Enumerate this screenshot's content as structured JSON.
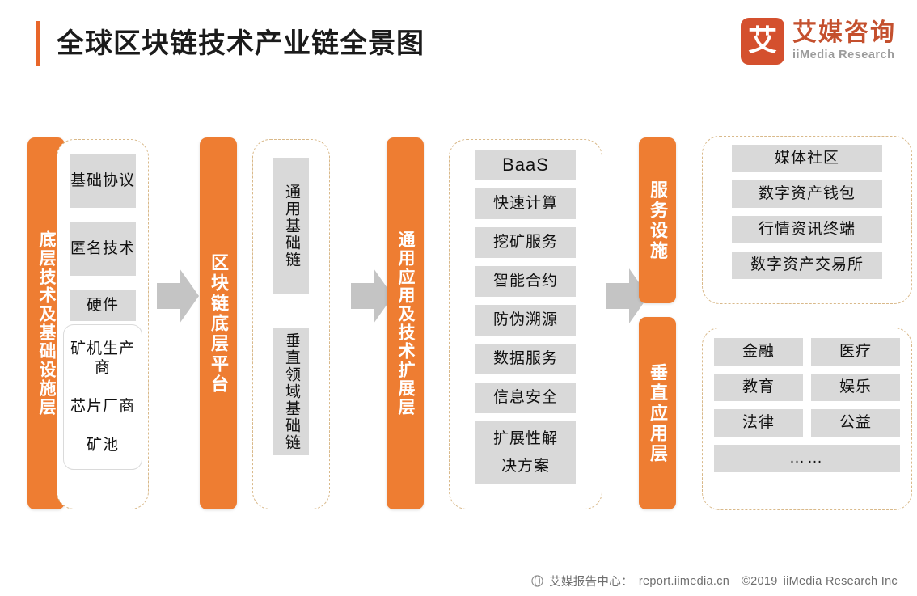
{
  "header": {
    "title": "全球区块链技术产业链全景图",
    "accent_color": "#E8662A",
    "logo": {
      "glyph": "艾",
      "cn": "艾媒咨询",
      "en": "iiMedia Research",
      "color": "#C4502E"
    }
  },
  "palette": {
    "orange": "#EE7D32",
    "chip_gray": "#D9D9D9",
    "dash_border": "#D9B98A",
    "arrow_gray": "#C4C4C4"
  },
  "columns": [
    {
      "label": "底层技术及基础设施层",
      "items": [
        "基础协议",
        "匿名技术",
        "硬件"
      ],
      "sub_box": {
        "items": [
          "矿机生产商",
          "芯片厂商",
          "矿池"
        ]
      }
    },
    {
      "label": "区块链底层平台",
      "items": [
        "通用基础链",
        "垂直领域基础链"
      ]
    },
    {
      "label": "通用应用及技术扩展层",
      "items": [
        "BaaS",
        "快速计算",
        "挖矿服务",
        "智能合约",
        "防伪溯源",
        "数据服务",
        "信息安全",
        "扩展性解决方案"
      ]
    }
  ],
  "column4": {
    "top": {
      "label": "服务设施",
      "items": [
        "媒体社区",
        "数字资产钱包",
        "行情资讯终端",
        "数字资产交易所"
      ]
    },
    "bottom": {
      "label": "垂直应用层",
      "items": [
        "金融",
        "医疗",
        "教育",
        "娱乐",
        "法律",
        "公益"
      ],
      "more": "……"
    }
  },
  "arrows": [
    "arrow-1",
    "arrow-2",
    "arrow-3"
  ],
  "footer": {
    "icon": "globe-icon",
    "source_label": "艾媒报告中心：",
    "url": "report.iimedia.cn",
    "copyright": "©2019",
    "company": "iiMedia Research  Inc"
  }
}
